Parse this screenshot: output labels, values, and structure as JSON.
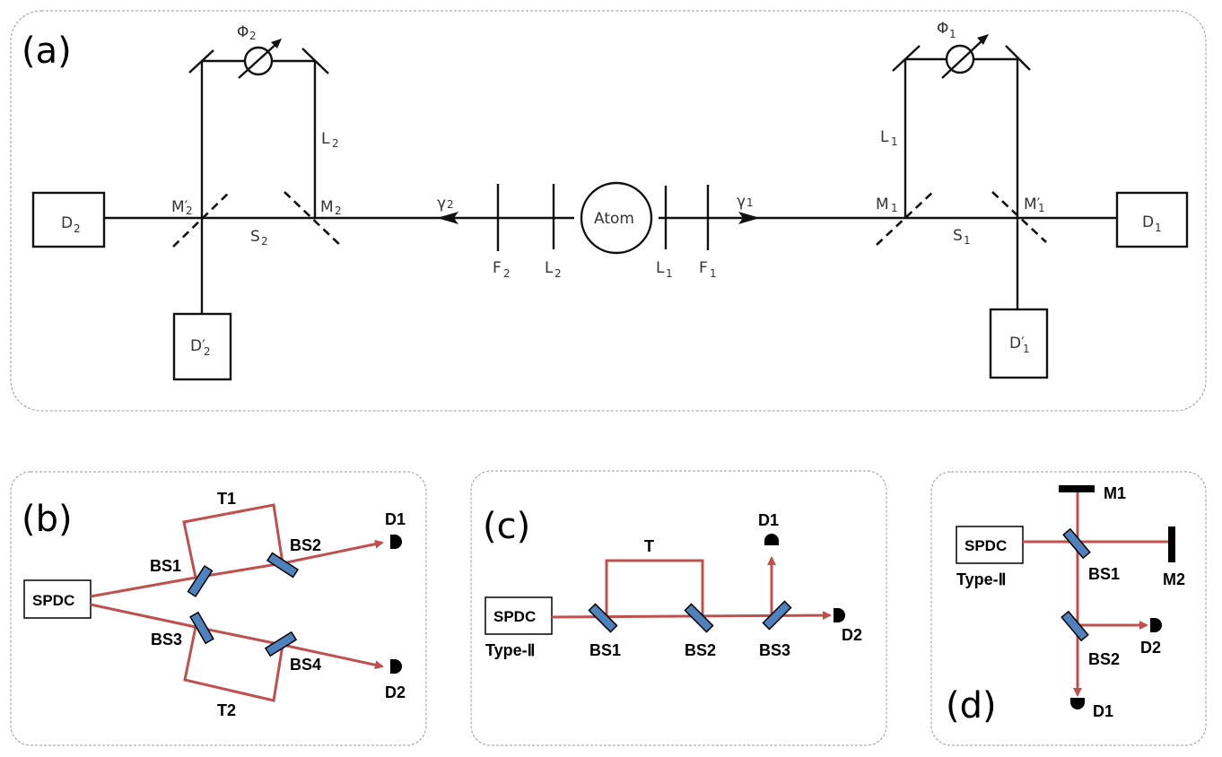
{
  "panels": {
    "a": {
      "letter": "(a)",
      "atom": "Atom",
      "photons": {
        "gamma1": "γ",
        "gamma1_sub": "1",
        "gamma2": "γ",
        "gamma2_sub": "2"
      },
      "left": {
        "phase": "Φ",
        "phase_sub": "2",
        "path_long": "L",
        "path_long_sub": "2",
        "path_short": "S",
        "path_short_sub": "2",
        "mirror": "M",
        "mirror_sub": "2",
        "mirror_prime": "M′",
        "mirror_prime_sub": "2",
        "detector": "D",
        "detector_sub": "2",
        "detector_prime": "D′",
        "detector_prime_sub": "2",
        "filter": "F",
        "filter_sub": "2",
        "lens": "L",
        "lens_sub": "2"
      },
      "right": {
        "phase": "Φ",
        "phase_sub": "1",
        "path_long": "L",
        "path_long_sub": "1",
        "path_short": "S",
        "path_short_sub": "1",
        "mirror": "M",
        "mirror_sub": "1",
        "mirror_prime": "M′",
        "mirror_prime_sub": "1",
        "detector": "D",
        "detector_sub": "1",
        "detector_prime": "D′",
        "detector_prime_sub": "1",
        "filter": "F",
        "filter_sub": "1",
        "lens": "L",
        "lens_sub": "1"
      }
    },
    "b": {
      "letter": "(b)",
      "source": "SPDC",
      "labels": {
        "t1": "T1",
        "t2": "T2",
        "bs1": "BS1",
        "bs2": "BS2",
        "bs3": "BS3",
        "bs4": "BS4",
        "d1": "D1",
        "d2": "D2"
      }
    },
    "c": {
      "letter": "(c)",
      "source": "SPDC",
      "source_type": "Type-Ⅱ",
      "labels": {
        "t": "T",
        "bs1": "BS1",
        "bs2": "BS2",
        "bs3": "BS3",
        "d1": "D1",
        "d2": "D2"
      }
    },
    "d": {
      "letter": "(d)",
      "source": "SPDC",
      "source_type": "Type-Ⅱ",
      "labels": {
        "m1": "M1",
        "m2": "M2",
        "bs1": "BS1",
        "bs2": "BS2",
        "d1": "D1",
        "d2": "D2"
      }
    }
  },
  "colors": {
    "beam": "#c0504d",
    "beam_splitter": "#4f81bd",
    "frame": "#9a9a9a"
  }
}
